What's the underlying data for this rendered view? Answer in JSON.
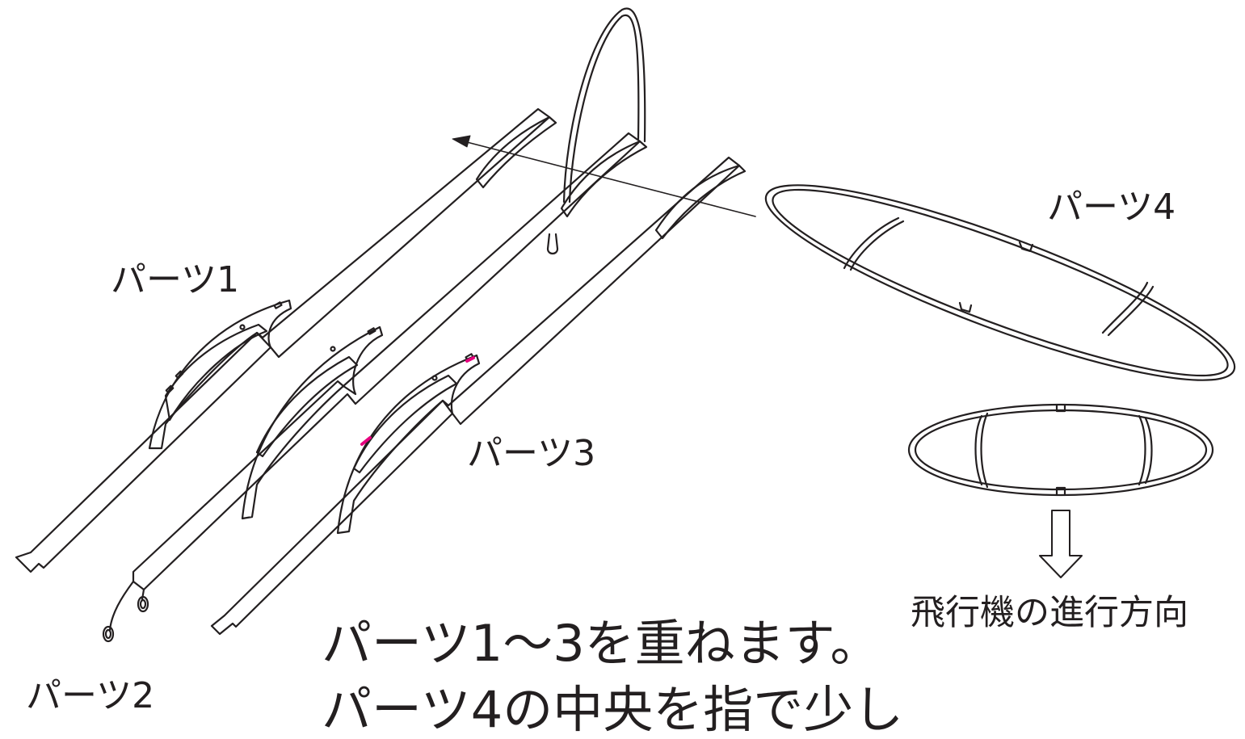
{
  "labels": {
    "part1": "パーツ1",
    "part2": "パーツ2",
    "part3": "パーツ3",
    "part4": "パーツ4",
    "direction": "飛行機の進行方向"
  },
  "instructions": {
    "line1": "パーツ1〜3を重ねます。",
    "line2": "パーツ4の中央を指で少し"
  },
  "colors": {
    "stroke": "#231f20",
    "highlight": "#e6007e",
    "background": "#ffffff"
  },
  "icons": {
    "direction_arrow": "down-outline-arrow-icon",
    "assembly_arrow": "left-arrow-icon"
  }
}
